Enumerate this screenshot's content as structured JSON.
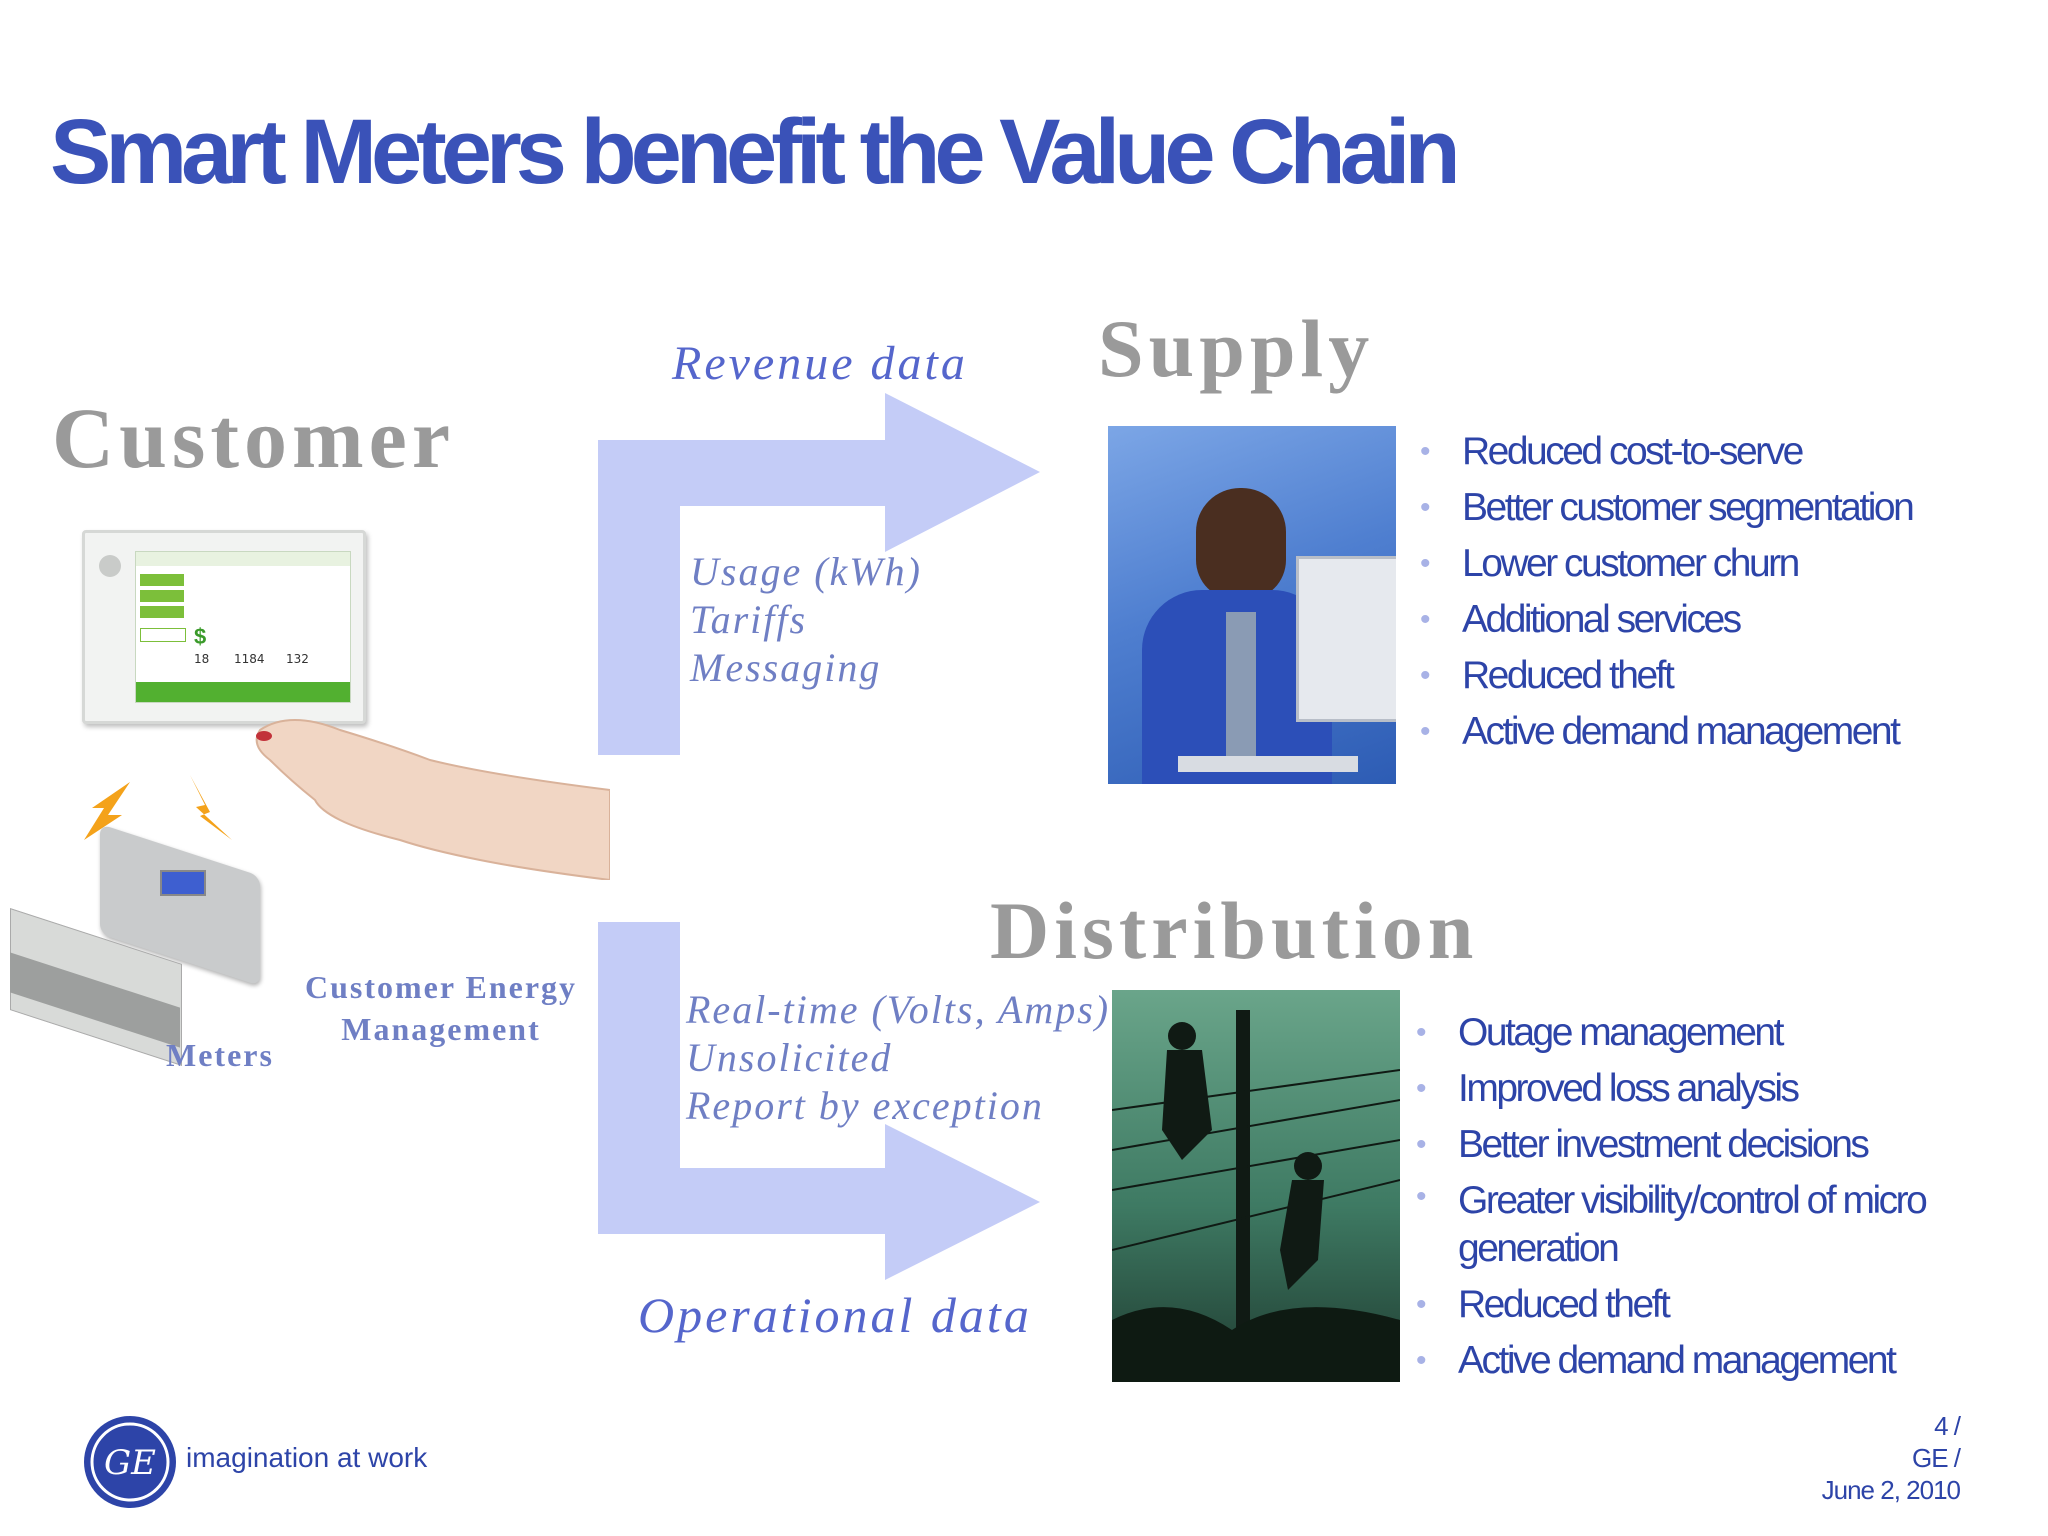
{
  "title": "Smart Meters benefit the Value Chain",
  "headings": {
    "customer": "Customer",
    "supply": "Supply",
    "distribution": "Distribution"
  },
  "flows": {
    "revenue_label": "Revenue data",
    "revenue_items": [
      "Usage (kWh)",
      "Tariffs",
      "Messaging"
    ],
    "operational_label": "Operational data",
    "operational_items": [
      "Real-time (Volts, Amps)",
      "Unsolicited",
      "Report by exception"
    ]
  },
  "customer_labels": {
    "energy_management_line1": "Customer Energy",
    "energy_management_line2": "Management",
    "meters": "Meters"
  },
  "supply_benefits": [
    "Reduced cost-to-serve",
    "Better customer segmentation",
    "Lower customer churn",
    "Additional services",
    "Reduced theft",
    "Active demand management"
  ],
  "distribution_benefits": [
    "Outage management",
    "Improved loss analysis",
    "Better investment decisions",
    "Greater visibility/control of micro generation",
    "Reduced theft",
    "Active demand management"
  ],
  "display": {
    "value_1": "18",
    "value_2": "1184",
    "value_3": "132"
  },
  "footer": {
    "tagline": "imagination at work",
    "page": "4 /",
    "company": "GE /",
    "date": "June 2, 2010"
  },
  "colors": {
    "title": "#3a52b8",
    "heading": "#9a9a9a",
    "arrow": "#c4ccf7",
    "text_blue": "#2d44a8"
  },
  "icons": [
    "ge-logo-icon",
    "bullet-icon",
    "lightning-icon",
    "arrow-right-icon"
  ]
}
